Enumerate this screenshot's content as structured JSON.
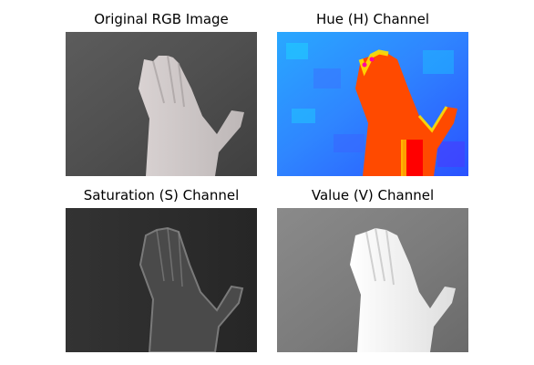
{
  "panels": [
    {
      "title": "Original RGB Image"
    },
    {
      "title": "Hue (H) Channel"
    },
    {
      "title": "Saturation (S) Channel"
    },
    {
      "title": "Value (V) Channel"
    }
  ],
  "colors": {
    "rgb_background": "#555555",
    "rgb_hand": "#cfc9c9",
    "hue_background": "#2f86ff",
    "hue_hand": "#ff4a00",
    "saturation_background": "#2b2b2b",
    "value_background": "#7a7a7a",
    "value_hand": "#f2f2f2"
  }
}
